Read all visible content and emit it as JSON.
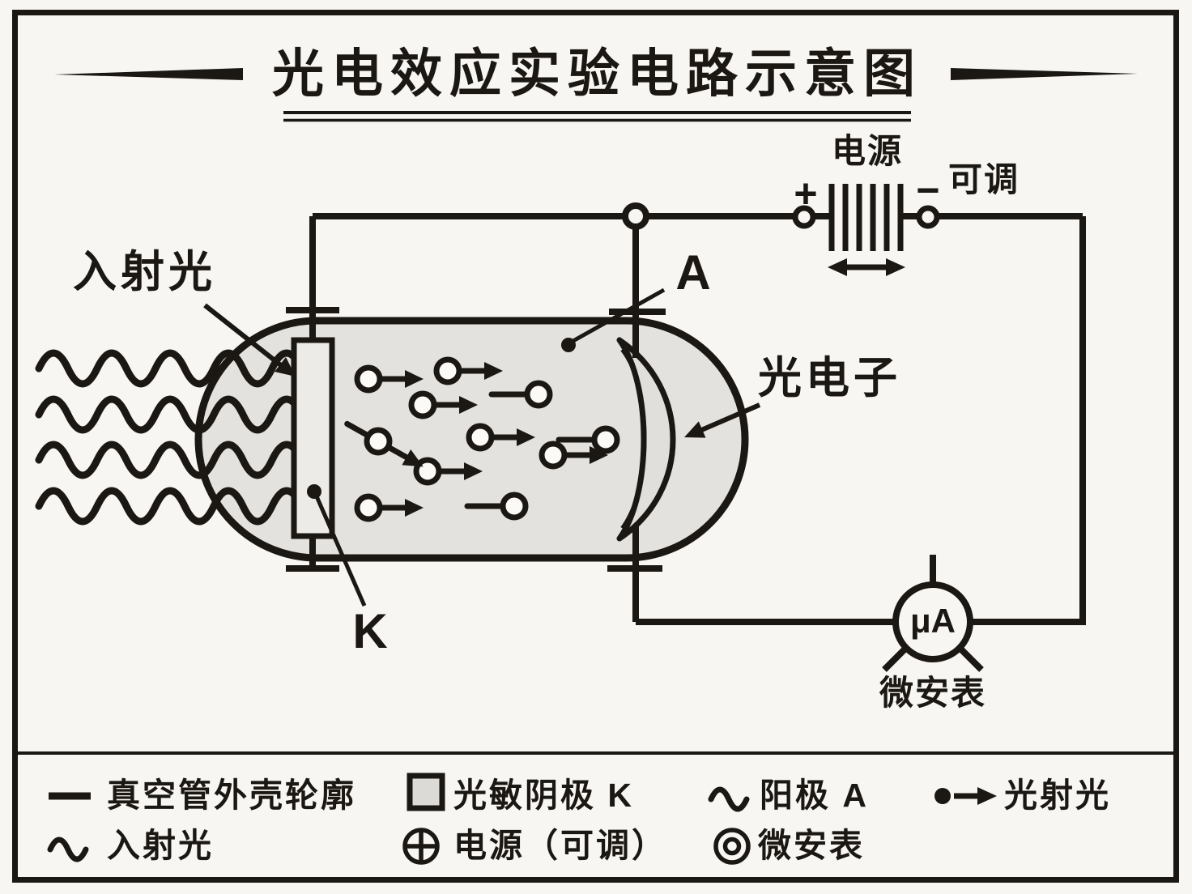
{
  "title": "光电效应实验电路示意图",
  "circuit": {
    "power_label": "电源",
    "adjustable_label": "可调",
    "plus": "+",
    "minus": "−",
    "incident_light_label": "入射光",
    "anode_label": "A",
    "cathode_label": "K",
    "photoelectron_label": "光电子",
    "meter_unit": "μA",
    "meter_label": "微安表"
  },
  "legend": {
    "rows": [
      [
        {
          "symbol": "line",
          "label": "真空管外壳轮廓"
        },
        {
          "symbol": "gray-square",
          "label": "光敏阴极 K"
        },
        {
          "symbol": "wave",
          "label": "阳极 A"
        },
        {
          "symbol": "dot-arrow",
          "label": "光射光"
        }
      ],
      [
        {
          "symbol": "wave",
          "label": "入射光"
        },
        {
          "symbol": "circle-plus",
          "label": "电源（可调）"
        },
        {
          "symbol": "circle-dot",
          "label": "微安表"
        }
      ]
    ]
  },
  "colors": {
    "ink": "#1b1713",
    "background": "#f7f6f3",
    "tube_fill": "#e4e2de",
    "cathode_fill": "#edebe7",
    "anode_fill": "#e1dfdb"
  }
}
